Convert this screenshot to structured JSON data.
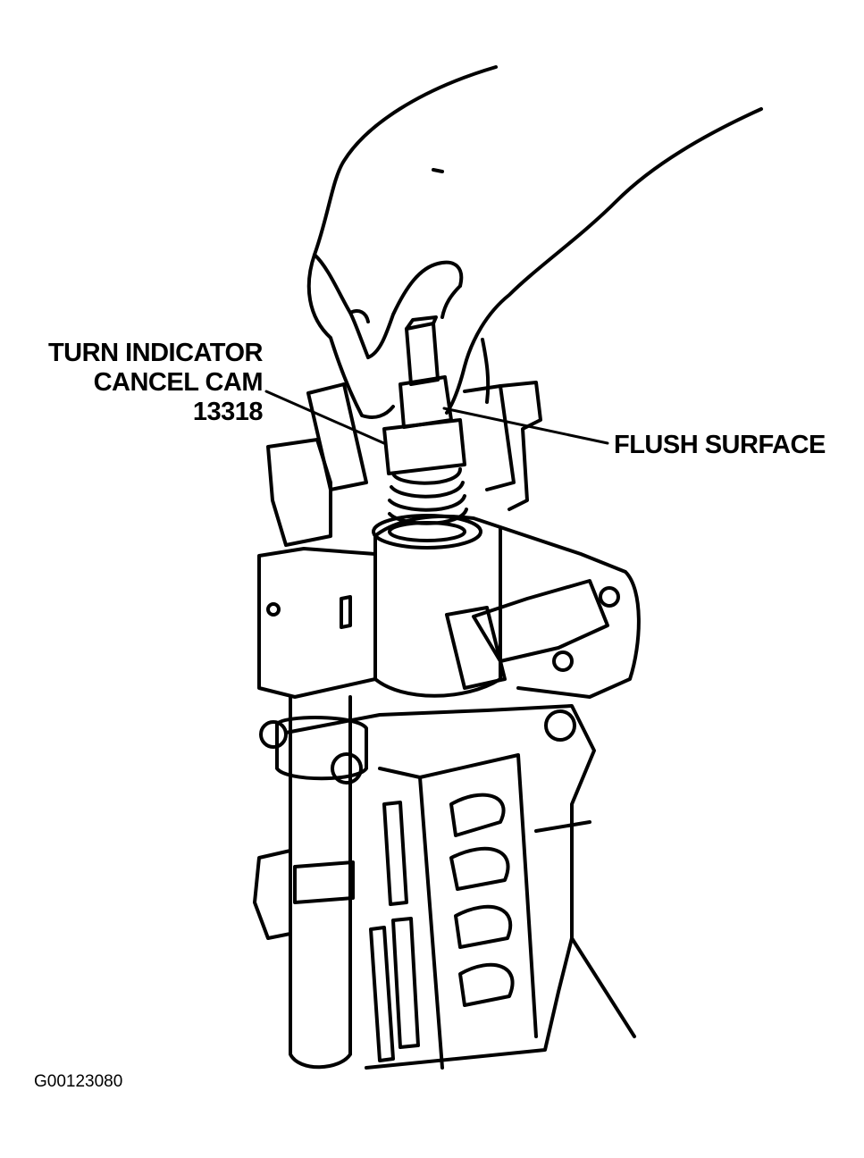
{
  "callouts": {
    "cancel_cam": {
      "line1": "TURN INDICATOR",
      "line2": "CANCEL CAM",
      "line3": "13318"
    },
    "flush_surface": "FLUSH SURFACE"
  },
  "figure_id": "G00123080",
  "colors": {
    "ink": "#000000",
    "paper": "#ffffff"
  }
}
